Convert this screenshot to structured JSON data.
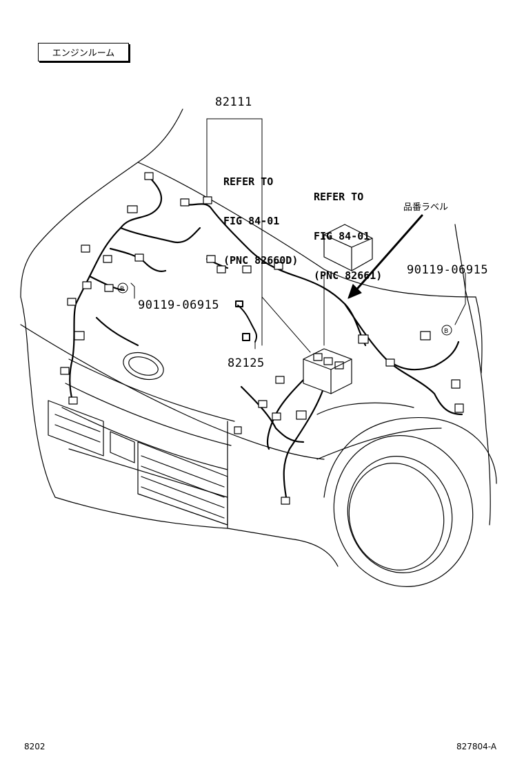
{
  "section_label": "エンジンルーム",
  "parts": {
    "main_harness": "82111",
    "sub_harness": "82125",
    "clip_left": "90119-06915",
    "clip_right": "90119-06915"
  },
  "references": {
    "ref_a": [
      "REFER TO",
      "FIG 84-01",
      "(PNC 82660D)"
    ],
    "ref_b": [
      "REFER TO",
      "FIG 84-01",
      "(PNC 82661)"
    ]
  },
  "part_label_note": "品番ラベル",
  "clip_marker": "B",
  "footer": {
    "left": "8202",
    "right": "827804-A"
  }
}
